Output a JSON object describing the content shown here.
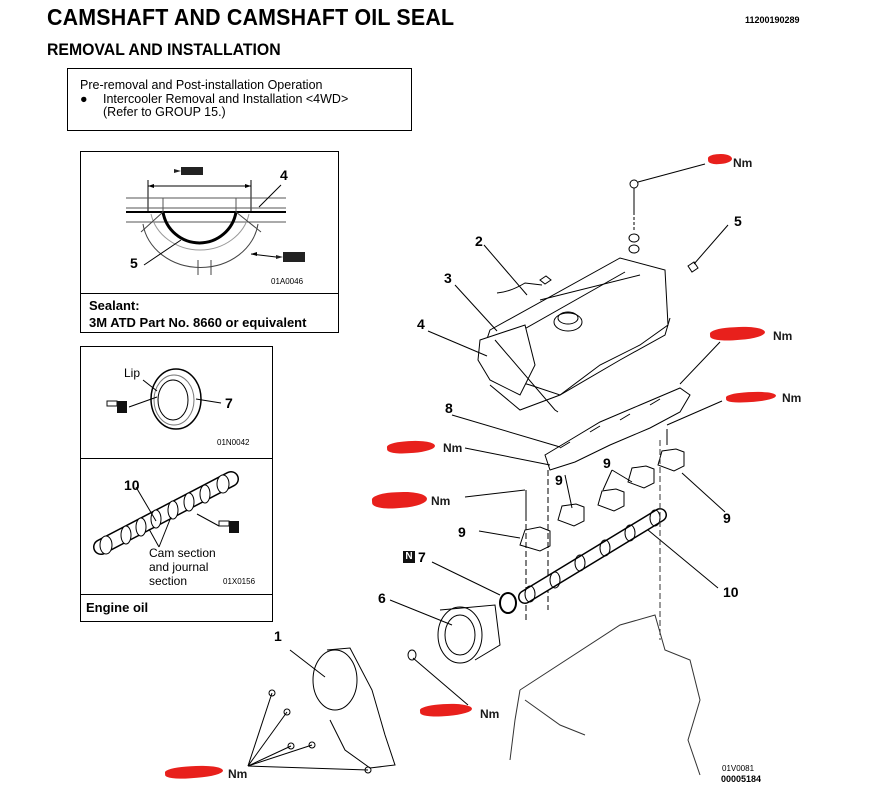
{
  "header": {
    "title": "CAMSHAFT AND CAMSHAFT OIL SEAL",
    "doc_id": "11200190289",
    "subtitle": "REMOVAL AND INSTALLATION"
  },
  "pre_operation": {
    "heading": "Pre-removal and Post-installation Operation",
    "bullet": "●",
    "item_line1": "Intercooler Removal and Installation <4WD>",
    "item_line2": "(Refer to GROUP 15.)"
  },
  "detail_sealant": {
    "callouts": [
      "4",
      "5"
    ],
    "figure_code": "01A0046",
    "caption_line1": "Sealant:",
    "caption_line2": "3M ATD Part No. 8660 or equivalent"
  },
  "detail_oil_seal": {
    "lip_label": "Lip",
    "callout": "7",
    "figure_code": "01N0042"
  },
  "detail_camshaft": {
    "callout": "10",
    "note_line1": "Cam section",
    "note_line2": "and journal",
    "note_line3": "section",
    "figure_code": "01X0156",
    "caption": "Engine oil"
  },
  "main_diagram": {
    "callouts": {
      "c1": "1",
      "c2": "2",
      "c3": "3",
      "c4": "4",
      "c5": "5",
      "c6": "6",
      "c7": "7",
      "c8": "8",
      "c9a": "9",
      "c9b": "9",
      "c9c": "9",
      "c9d": "9",
      "c10": "10"
    },
    "new_part_badge": "N",
    "torque_unit": "Nm",
    "torque_labels": [
      "Nm",
      "Nm",
      "Nm",
      "Nm",
      "Nm",
      "Nm",
      "Nm"
    ],
    "figure_code": "01V0081",
    "page_code": "00005184"
  },
  "colors": {
    "redaction": "#e8201c",
    "line": "#000000"
  }
}
